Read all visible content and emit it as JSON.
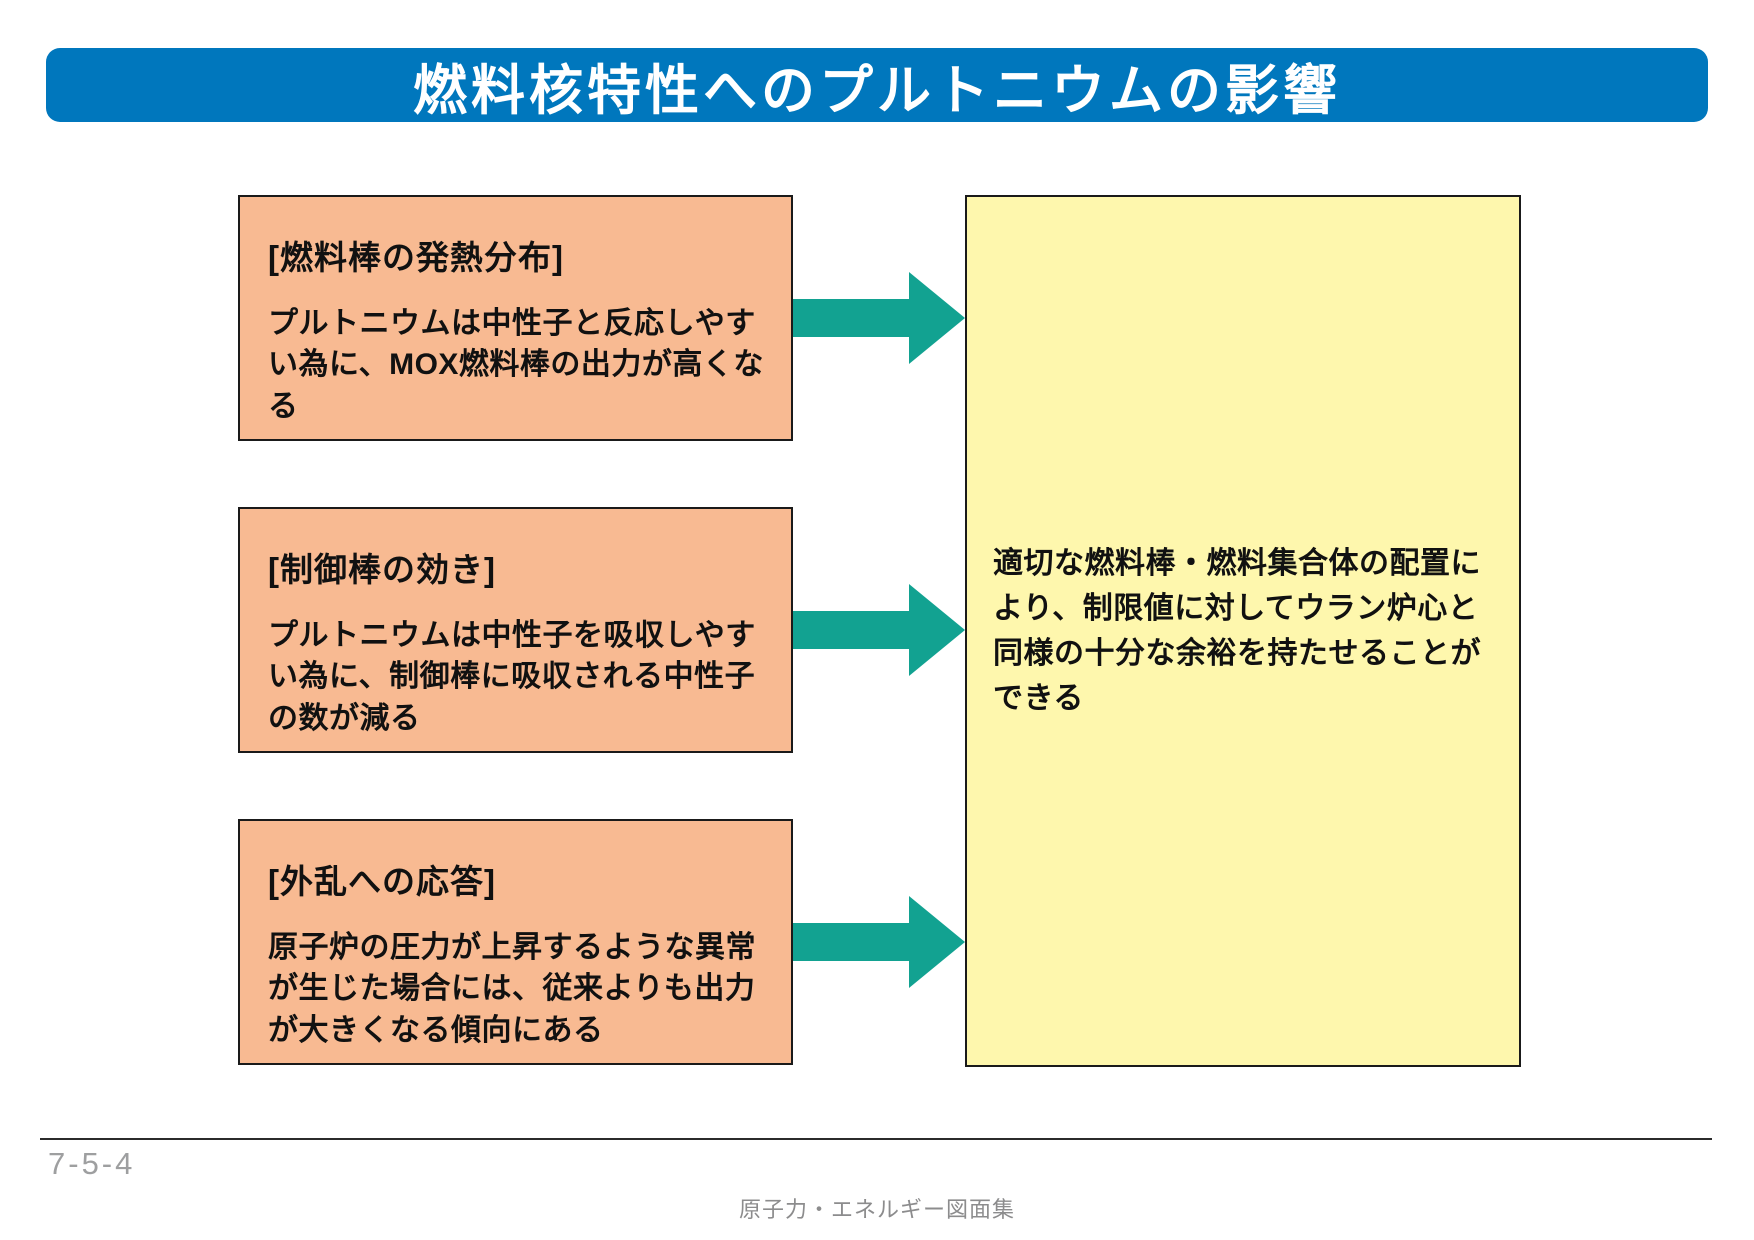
{
  "title": {
    "text": "燃料核特性へのプルトニウムの影響"
  },
  "boxes": [
    {
      "heading": "[燃料棒の発熱分布]",
      "body": "プルトニウムは中性子と反応しやすい為に、MOX燃料棒の出力が高くなる"
    },
    {
      "heading": "[制御棒の効き]",
      "body": "プルトニウムは中性子を吸収しやすい為に、制御棒に吸収される中性子の数が減る"
    },
    {
      "heading": "[外乱への応答]",
      "body": "原子炉の圧力が上昇するような異常が生じた場合には、従来よりも出力が大きくなる傾向にある"
    }
  ],
  "result": {
    "text": "適切な燃料棒・燃料集合体の配置により、制限値に対してウラン炉心と同様の十分な余裕を持たせることができる"
  },
  "footer": {
    "page_number": "7-5-4",
    "source": "原子力・エネルギー図面集"
  },
  "colors": {
    "title_bar": "#0077BD",
    "title_text": "#FFFFFF",
    "cause_box_fill": "#F8BA92",
    "result_box_fill": "#FEF7AD",
    "arrow": "#12A291",
    "box_border": "#1A1A1A",
    "footer_text": "#9E9FA0"
  }
}
